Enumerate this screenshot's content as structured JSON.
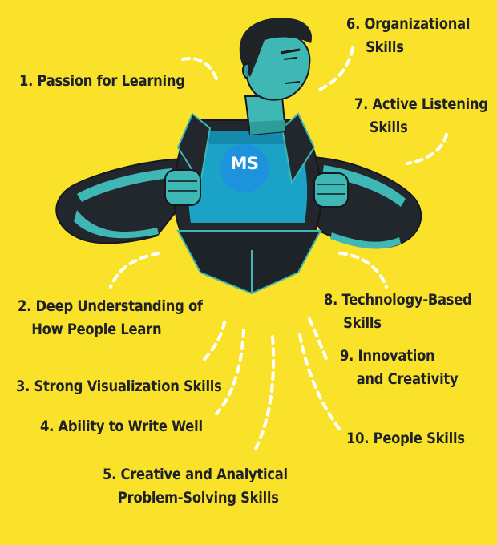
{
  "logo": {
    "text": "MS"
  },
  "skills": [
    {
      "lines": [
        "1. Passion for Learning"
      ]
    },
    {
      "lines": [
        "2. Deep Understanding of",
        "How People Learn"
      ]
    },
    {
      "lines": [
        "3. Strong Visualization Skills"
      ]
    },
    {
      "lines": [
        "4. Ability to Write Well"
      ]
    },
    {
      "lines": [
        "5. Creative and Analytical",
        "Problem-Solving Skills"
      ]
    },
    {
      "lines": [
        "6. Organizational",
        "Skills"
      ]
    },
    {
      "lines": [
        "7. Active Listening",
        "Skills"
      ]
    },
    {
      "lines": [
        "8. Technology-Based",
        "Skills"
      ]
    },
    {
      "lines": [
        "9. Innovation",
        "and Creativity"
      ]
    },
    {
      "lines": [
        "10. People Skills"
      ]
    }
  ],
  "colors": {
    "background": "#fbe22a",
    "text": "#1e2127",
    "skin": "#3fb7b4",
    "suit": "#22272d",
    "shirt": "#1aa3c7",
    "logo": "#1c93dc",
    "connector": "#ffffff"
  }
}
